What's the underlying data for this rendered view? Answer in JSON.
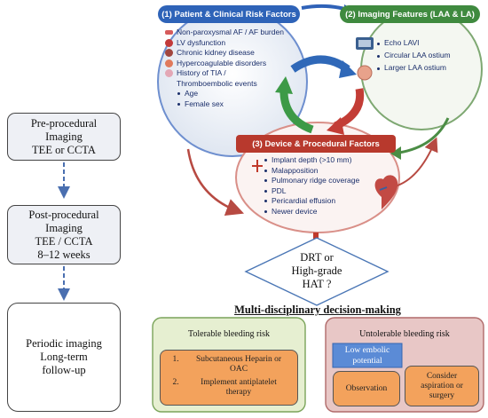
{
  "left_flow": {
    "pre": [
      "Pre-procedural",
      "Imaging",
      "TEE or CCTA"
    ],
    "post": [
      "Post-procedural",
      "Imaging",
      "TEE / CCTA",
      "8–12 weeks"
    ],
    "periodic": [
      "Periodic imaging",
      "Long-term",
      "follow-up"
    ]
  },
  "patient_factors": {
    "title": "(1) Patient & Clinical Risk Factors",
    "color": "#2e63b8",
    "items": [
      {
        "text": "Non-paroxysmal AF / AF burden",
        "icon": "ecg-icon"
      },
      {
        "text": "LV dysfunction",
        "icon": "heart-icon"
      },
      {
        "text": "Chronic kidney disease",
        "icon": "kidney-icon"
      },
      {
        "text": "Hypercoagulable disorders",
        "icon": "blood-cells-icon"
      },
      {
        "text": "History of TIA /",
        "icon": "brain-icon"
      },
      {
        "text": "Thromboembolic events",
        "icon": ""
      }
    ],
    "bullets": [
      "Age",
      "Female sex"
    ]
  },
  "imaging_features": {
    "title": "(2) Imaging Features (LAA & LA)",
    "color": "#3f8a3f",
    "items": [
      "Echo LAVI",
      "Circular LAA ostium",
      "Larger LAA ostium"
    ]
  },
  "device_factors": {
    "title": "(3) Device & Procedural Factors",
    "color": "#b8392d",
    "items": [
      "Implant depth (>10 mm)",
      "Malapposition",
      "Pulmonary ridge coverage",
      "PDL",
      "Pericardial effusion",
      "Newer device"
    ]
  },
  "decision": {
    "lines": [
      "DRT or",
      "High-grade",
      "HAT ?"
    ]
  },
  "mdm_title": "Multi-disciplinary decision-making",
  "tolerable": {
    "title": "Tolerable bleeding risk",
    "items": [
      {
        "num": "1.",
        "lines": [
          "Subcutaneous Heparin or",
          "OAC"
        ]
      },
      {
        "num": "2.",
        "lines": [
          "Implement antiplatelet",
          "therapy"
        ]
      }
    ]
  },
  "untolerable": {
    "title": "Untolerable bleeding risk",
    "embolic_lines": [
      "Low embolic",
      "potential"
    ],
    "observation": "Observation",
    "consider_lines": [
      "Consider",
      "aspiration or",
      "surgery"
    ]
  }
}
